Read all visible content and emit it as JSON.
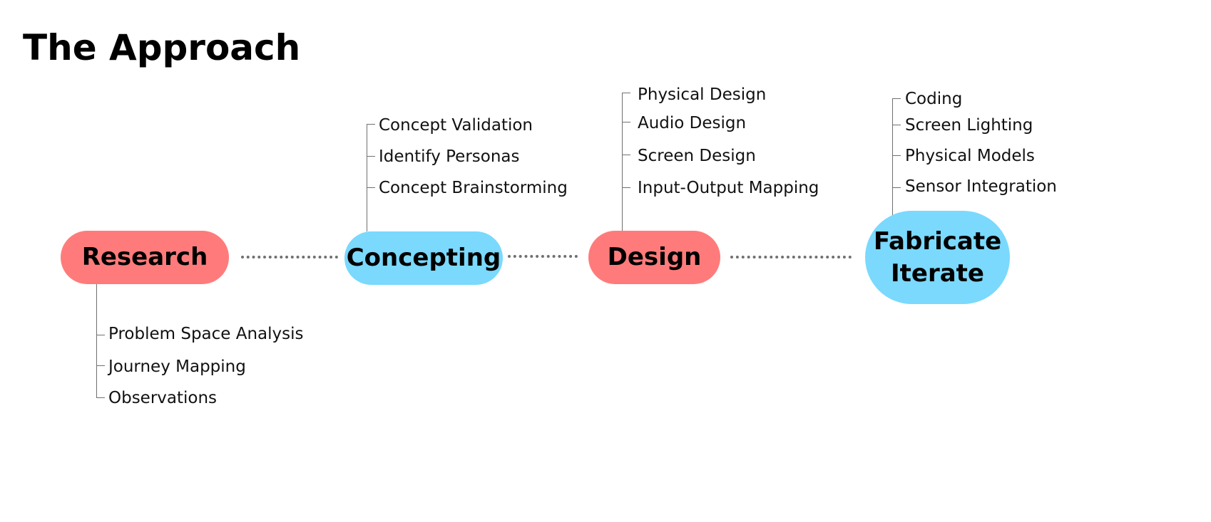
{
  "title": "The Approach",
  "stages": [
    {
      "id": "research",
      "label": "Research",
      "color": "#ff7b7b",
      "items": [
        "Problem Space Analysis",
        "Journey Mapping",
        "Observations"
      ]
    },
    {
      "id": "concepting",
      "label": "Concepting",
      "color": "#7ad9fd",
      "items": [
        "Concept Validation",
        "Identify Personas",
        "Concept Brainstorming"
      ]
    },
    {
      "id": "design",
      "label": "Design",
      "color": "#ff7b7b",
      "items": [
        "Physical Design",
        "Audio Design",
        "Screen Design",
        "Input-Output Mapping"
      ]
    },
    {
      "id": "fabricate",
      "label": "Fabricate\nIterate",
      "color": "#7ad9fd",
      "items": [
        "Coding",
        "Screen Lighting",
        "Physical Models",
        "Sensor Integration"
      ]
    }
  ]
}
